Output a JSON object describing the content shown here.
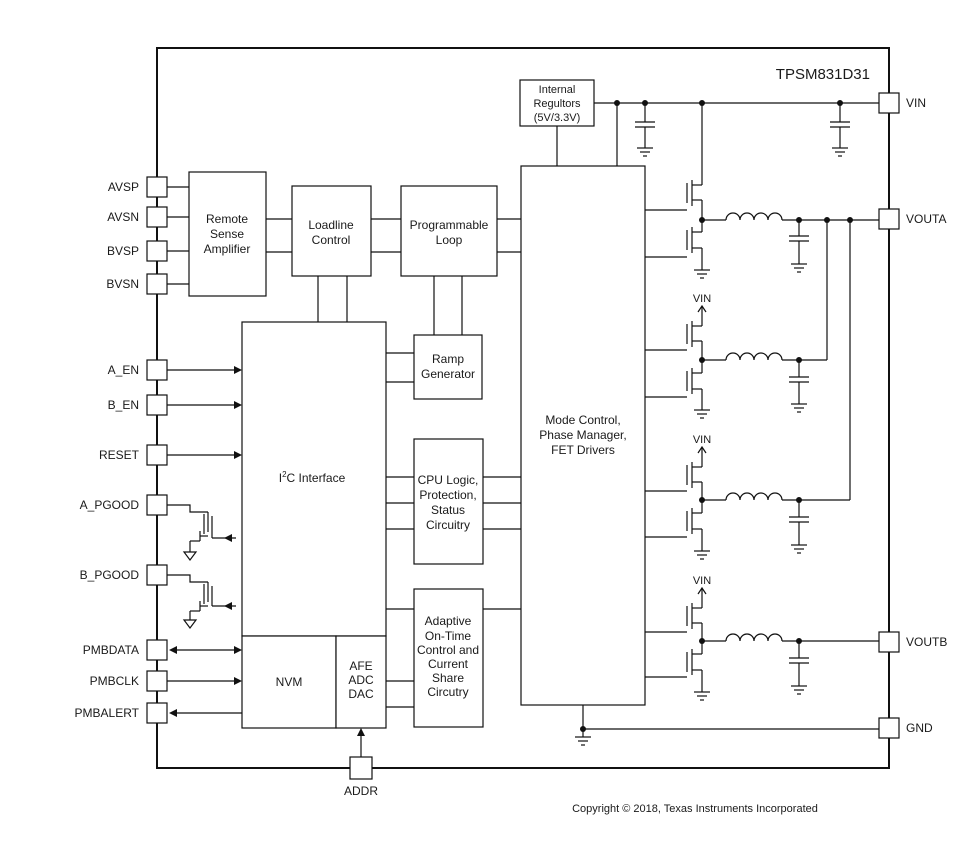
{
  "title": "TPSM831D31",
  "copyright": "Copyright © 2018, Texas Instruments Incorporated",
  "blocks": {
    "regulators": [
      "Internal",
      "Regultors",
      "(5V/3.3V)"
    ],
    "remote_sense": [
      "Remote",
      "Sense",
      "Amplifier"
    ],
    "loadline": [
      "Loadline",
      "Control"
    ],
    "programmable_loop": [
      "Programmable",
      "Loop"
    ],
    "ramp": [
      "Ramp",
      "Generator"
    ],
    "i2c_main": "I",
    "i2c_sup": "2",
    "i2c_rest": "C Interface",
    "cpu": [
      "CPU Logic,",
      "Protection,",
      "Status",
      "Circuitry"
    ],
    "adaptive": [
      "Adaptive",
      "On-Time",
      "Control and",
      "Current",
      "Share",
      "Circutry"
    ],
    "mode_control": [
      "Mode Control,",
      "Phase Manager,",
      "FET Drivers"
    ],
    "nvm": "NVM",
    "afe": [
      "AFE",
      "ADC",
      "DAC"
    ]
  },
  "pins_left": [
    "AVSP",
    "AVSN",
    "BVSP",
    "BVSN",
    "A_EN",
    "B_EN",
    "RESET",
    "A_PGOOD",
    "B_PGOOD",
    "PMBDATA",
    "PMBCLK",
    "PMBALERT"
  ],
  "pins_right": [
    "VIN",
    "VOUTA",
    "VOUTB",
    "GND"
  ],
  "pin_bottom": "ADDR",
  "vin_label": "VIN"
}
